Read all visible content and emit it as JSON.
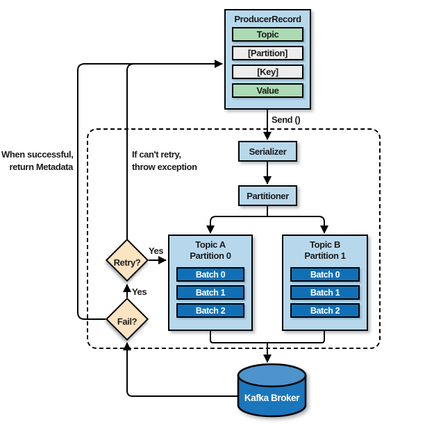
{
  "colors": {
    "box_blue": "#b7d8ec",
    "row_green": "#abdab4",
    "row_gray": "#ededed",
    "batch_blue": "#0f70b7",
    "batch_text": "#ffffff",
    "diamond_peach": "#fce3c1",
    "broker_top": "#4e93cb",
    "broker_body": "#1b76bc",
    "line": "#000000",
    "text": "#1a1a1a"
  },
  "producer_record": {
    "title": "ProducerRecord",
    "fields": [
      {
        "label": "Topic"
      },
      {
        "label": "[Partition]"
      },
      {
        "label": "[Key]"
      },
      {
        "label": "Value"
      }
    ]
  },
  "labels": {
    "send": "Send ()",
    "serializer": "Serializer",
    "partitioner": "Partitioner",
    "retry": "Retry?",
    "fail": "Fail?",
    "yes_retry": "Yes",
    "yes_fail": "Yes",
    "broker": "Kafka Broker"
  },
  "annotations": {
    "success_line1": "When successful,",
    "success_line2": "return Metadata",
    "throw_line1": "If can't retry,",
    "throw_line2": "throw exception"
  },
  "topics": [
    {
      "title": "Topic A",
      "subtitle": "Partition 0",
      "batches": [
        "Batch 0",
        "Batch 1",
        "Batch 2"
      ]
    },
    {
      "title": "Topic B",
      "subtitle": "Partition 1",
      "batches": [
        "Batch 0",
        "Batch 1",
        "Batch 2"
      ]
    }
  ]
}
